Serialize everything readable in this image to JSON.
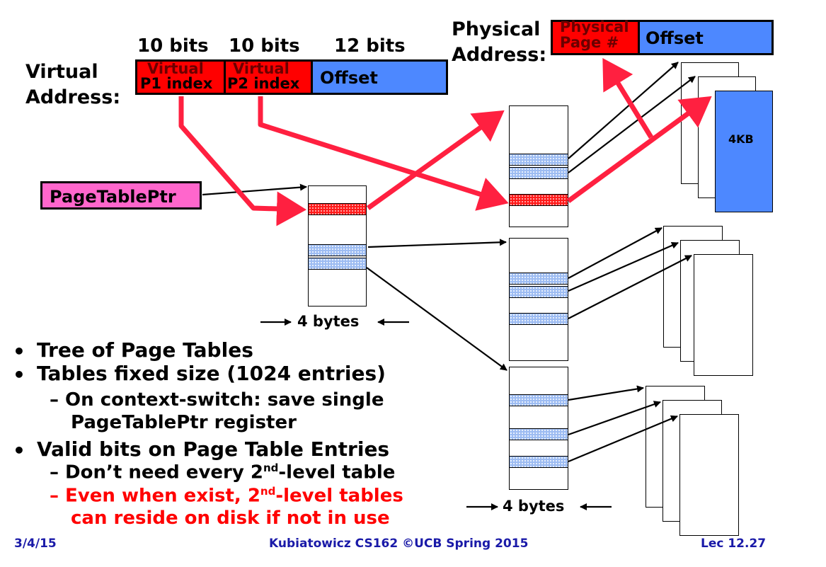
{
  "virtual_address": {
    "label_line1": "Virtual",
    "label_line2": "Address:",
    "bits": [
      "10 bits",
      "10 bits",
      "12 bits"
    ],
    "p1_line1": "Virtual",
    "p1_line2": "P1 index",
    "p2_line1": "Virtual",
    "p2_line2": "P2 index",
    "offset": "Offset"
  },
  "physical_address": {
    "label_line1": "Physical",
    "label_line2": "Address:",
    "ppn_line1": "Physical",
    "ppn_line2": "Page #",
    "offset": "Offset"
  },
  "page_table_ptr": "PageTablePtr",
  "page_size_label": "4KB",
  "entry_size_label_1": "4 bytes",
  "entry_size_label_2": "4 bytes",
  "bullets": [
    {
      "bullet": "•",
      "text": "Tree of Page Tables"
    },
    {
      "bullet": "•",
      "text": "Tables fixed size (1024 entries)"
    },
    {
      "sub1": "– On context-switch: save single",
      "sub2": "PageTablePtr register"
    },
    {
      "bullet": "•",
      "text": "Valid bits on Page Table Entries"
    },
    {
      "sub_a": "– Don’t need every 2",
      "sup": "nd",
      "sub_b": "-level table"
    },
    {
      "red_a": "– Even when exist, 2",
      "red_sup": "nd",
      "red_b": "-level tables",
      "red2": "can reside on disk if not in use"
    }
  ],
  "footer": {
    "date": "3/4/15",
    "center": "Kubiatowicz CS162 ©UCB Spring 2015",
    "right": "Lec 12.27"
  },
  "colors": {
    "red": "#ff0000",
    "blue": "#4d88ff",
    "pink": "#ff66cc",
    "footer_blue": "#1a1aa8"
  }
}
